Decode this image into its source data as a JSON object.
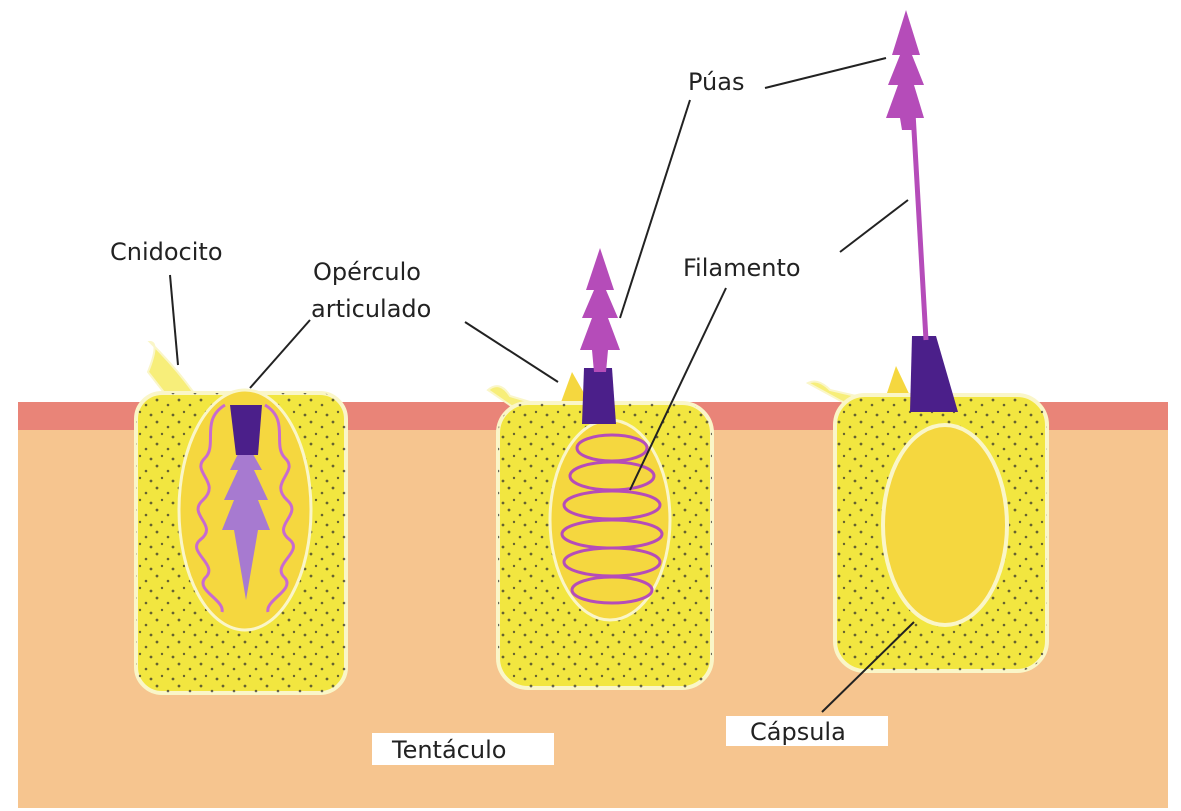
{
  "labels": {
    "cnidocito": "Cnidocito",
    "operculo_line1": "Opérculo",
    "operculo_line2": "articulado",
    "puas": "Púas",
    "filamento": "Filamento",
    "tentaculo": "Tentáculo",
    "capsula": "Cápsula"
  },
  "colors": {
    "background": "#ffffff",
    "tissue": "#f6c58f",
    "membrane": "#e98478",
    "cell": "#f2e640",
    "cell_edge": "#faf6c8",
    "capsule": "#f5d73f",
    "thread": "#b54cb9",
    "coil": "#c86ad0",
    "operculum": "#4b1f8a",
    "dots": "#2a2a2a",
    "leader": "#222222"
  }
}
